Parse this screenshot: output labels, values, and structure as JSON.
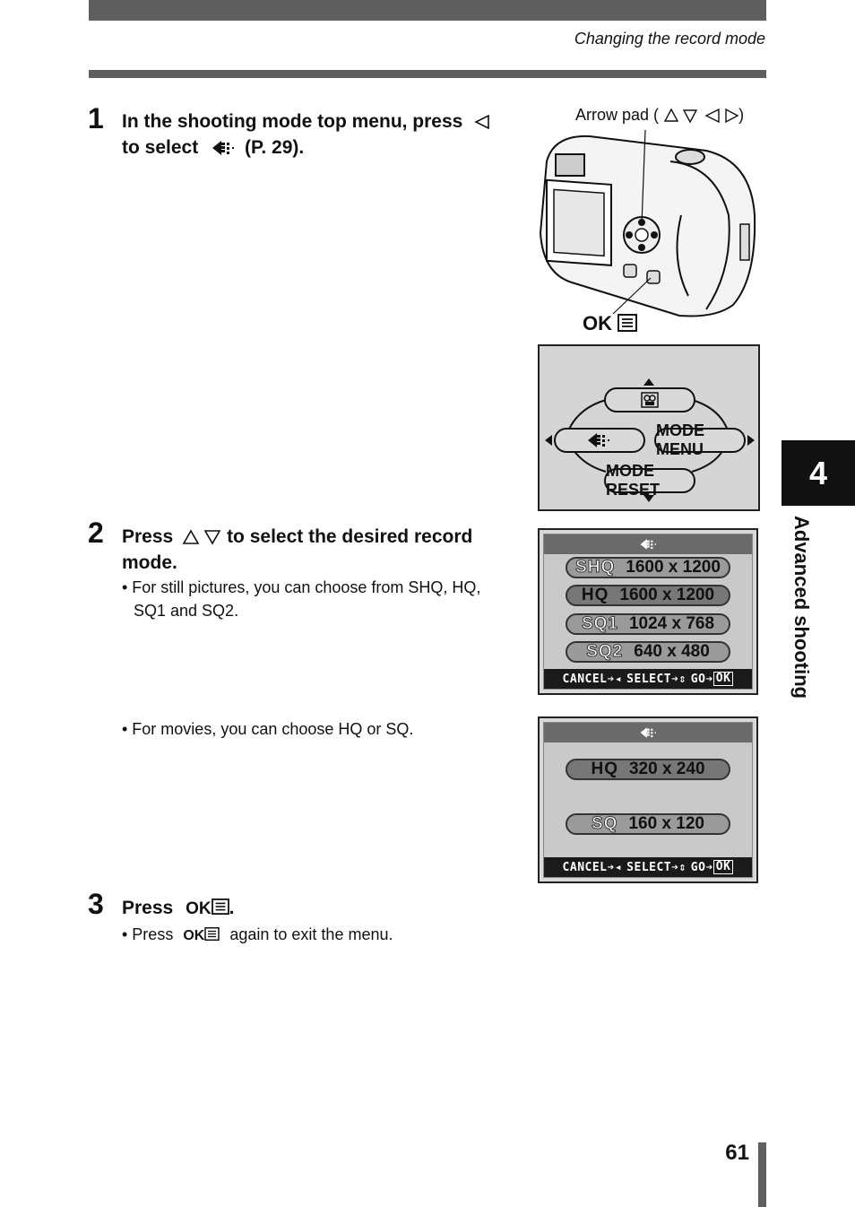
{
  "header": {
    "title": "Changing the record mode"
  },
  "steps": [
    {
      "number": "1",
      "line1": "In the shooting mode top menu, press",
      "line2a": "to select",
      "line2b": "(P. 29)."
    },
    {
      "number": "2",
      "line1a": "Press",
      "line1b": "to select the desired record",
      "line2": "mode.",
      "bullet1a": "• For still pictures, you can choose from SHQ, HQ,",
      "bullet1b": "SQ1 and SQ2.",
      "bullet2": "• For movies, you can choose HQ or SQ."
    },
    {
      "number": "3",
      "label": "Press",
      "ok": "OK",
      "period": ".",
      "bulletA": "• Press",
      "bulletOk": "OK",
      "bulletB": "again to exit the menu."
    }
  ],
  "camera": {
    "arrow_pad_label": "Arrow pad (",
    "arrow_pad_close": ")",
    "ok_label": "OK"
  },
  "top_menu": {
    "mode_menu": "MODE MENU",
    "mode_reset": "MODE RESET"
  },
  "still_modes": [
    {
      "tag": "SHQ",
      "size": "1600 x 1200"
    },
    {
      "tag": "HQ",
      "size": "1600 x 1200"
    },
    {
      "tag": "SQ1",
      "size": "1024 x 768"
    },
    {
      "tag": "SQ2",
      "size": "640 x 480"
    }
  ],
  "movie_modes": [
    {
      "tag": "HQ",
      "size": "320 x 240"
    },
    {
      "tag": "SQ",
      "size": "160 x 120"
    }
  ],
  "footer_bar": {
    "cancel": "CANCEL",
    "select": "SELECT",
    "go": "GO",
    "ok": "OK"
  },
  "chapter": {
    "number": "4",
    "label": "Advanced shooting"
  },
  "page_number": "61",
  "colors": {
    "bar": "#5f5f5f",
    "tab": "#111111",
    "screen_bg": "#c9c9c9"
  }
}
